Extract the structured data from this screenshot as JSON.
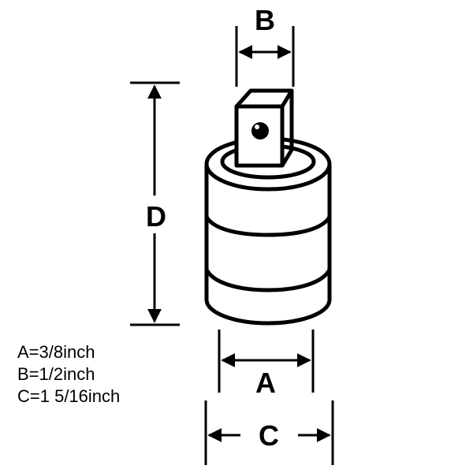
{
  "dimensions": {
    "a": "A",
    "b": "B",
    "c": "C",
    "d": "D"
  },
  "specs": [
    "A=3/8inch",
    "B=1/2inch",
    "C=1 5/16inch"
  ]
}
